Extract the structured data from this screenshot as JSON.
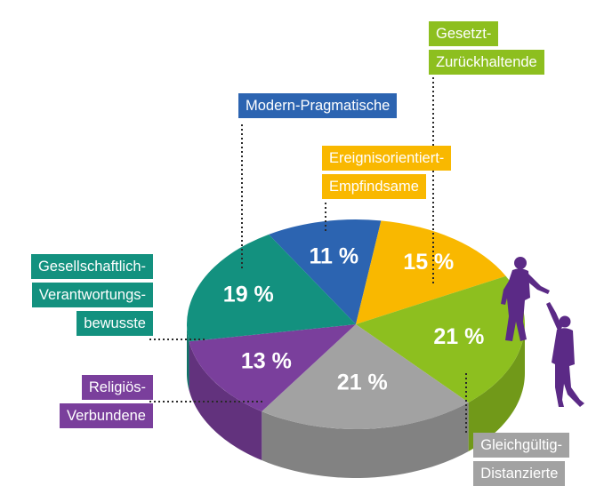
{
  "chart_data": {
    "type": "pie",
    "slices": [
      {
        "key": "modern",
        "label_lines": [
          "Modern-Pragmatische"
        ],
        "value": 11,
        "value_label": "11 %",
        "color": "#2c64b1"
      },
      {
        "key": "ereignis",
        "label_lines": [
          "Ereignisorientiert-",
          "Empfindsame"
        ],
        "value": 15,
        "value_label": "15 %",
        "color": "#f9b800"
      },
      {
        "key": "gesetzt",
        "label_lines": [
          "Gesetzt-",
          "Zurückhaltende"
        ],
        "value": 21,
        "value_label": "21 %",
        "color": "#8dbf1f"
      },
      {
        "key": "gleich",
        "label_lines": [
          "Gleichgültig-",
          "Distanzierte"
        ],
        "value": 21,
        "value_label": "21 %",
        "color": "#a2a2a2"
      },
      {
        "key": "relig",
        "label_lines": [
          "Religiös-",
          "Verbundene"
        ],
        "value": 13,
        "value_label": "13 %",
        "color": "#7a3f9c"
      },
      {
        "key": "gesell",
        "label_lines": [
          "Gesellschaftlich-",
          "Verantwortungs-",
          "bewusste"
        ],
        "value": 19,
        "value_label": "19 %",
        "color": "#13917f"
      }
    ]
  }
}
